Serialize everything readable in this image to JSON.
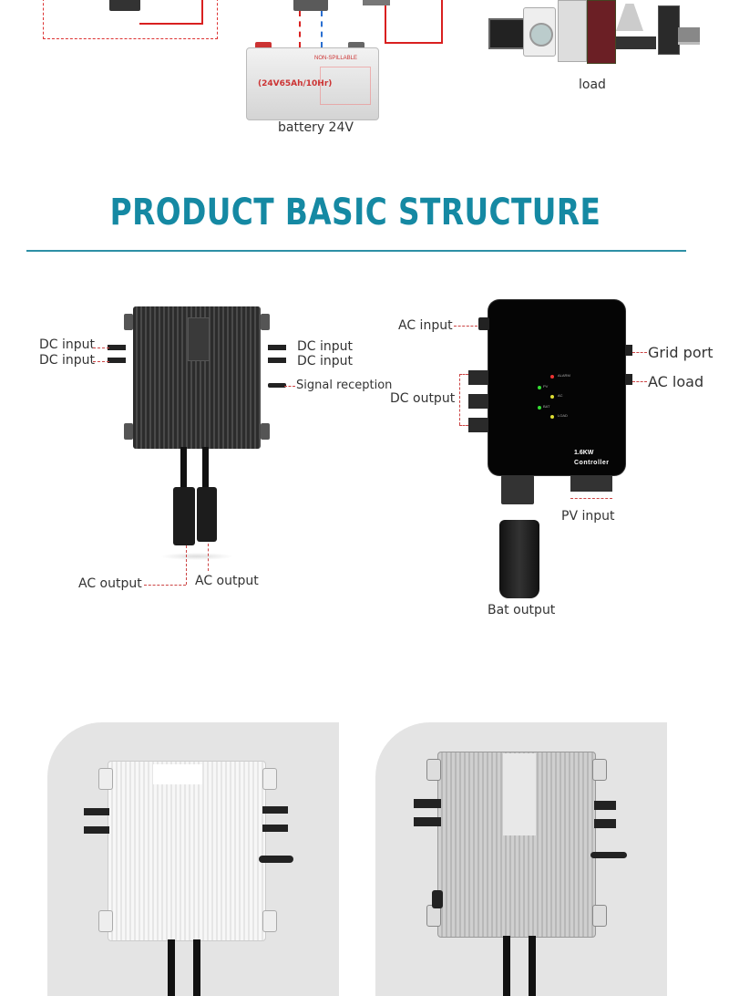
{
  "top": {
    "battery_label": "battery 24V",
    "battery_brand": "NON-SPILLABLE",
    "battery_spec": "(24V65Ah/10Hr)",
    "load_label": "load"
  },
  "section": {
    "title": "PRODUCT BASIC STRUCTURE"
  },
  "left_device": {
    "labels": {
      "dc_input_left_1": "DC input",
      "dc_input_left_2": "DC input",
      "dc_input_right_1": "DC input",
      "dc_input_right_2": "DC input",
      "signal_reception": "Signal reception",
      "ac_output_left": "AC output",
      "ac_output_right": "AC output"
    }
  },
  "right_device": {
    "labels": {
      "ac_input": "AC input",
      "grid_port": "Grid port",
      "ac_load": "AC load",
      "dc_output": "DC output",
      "pv_input": "PV input",
      "bat_output": "Bat output"
    },
    "panel": {
      "model": "1.6KW",
      "subtitle": "Controller",
      "leds": [
        "ALARM",
        "PV",
        "AC",
        "BAT",
        "LOAD"
      ]
    }
  },
  "colors": {
    "accent": "#1589a3",
    "rule": "#2d8fa5",
    "wire_red": "#d92020",
    "card_bg": "#e4e4e4"
  }
}
